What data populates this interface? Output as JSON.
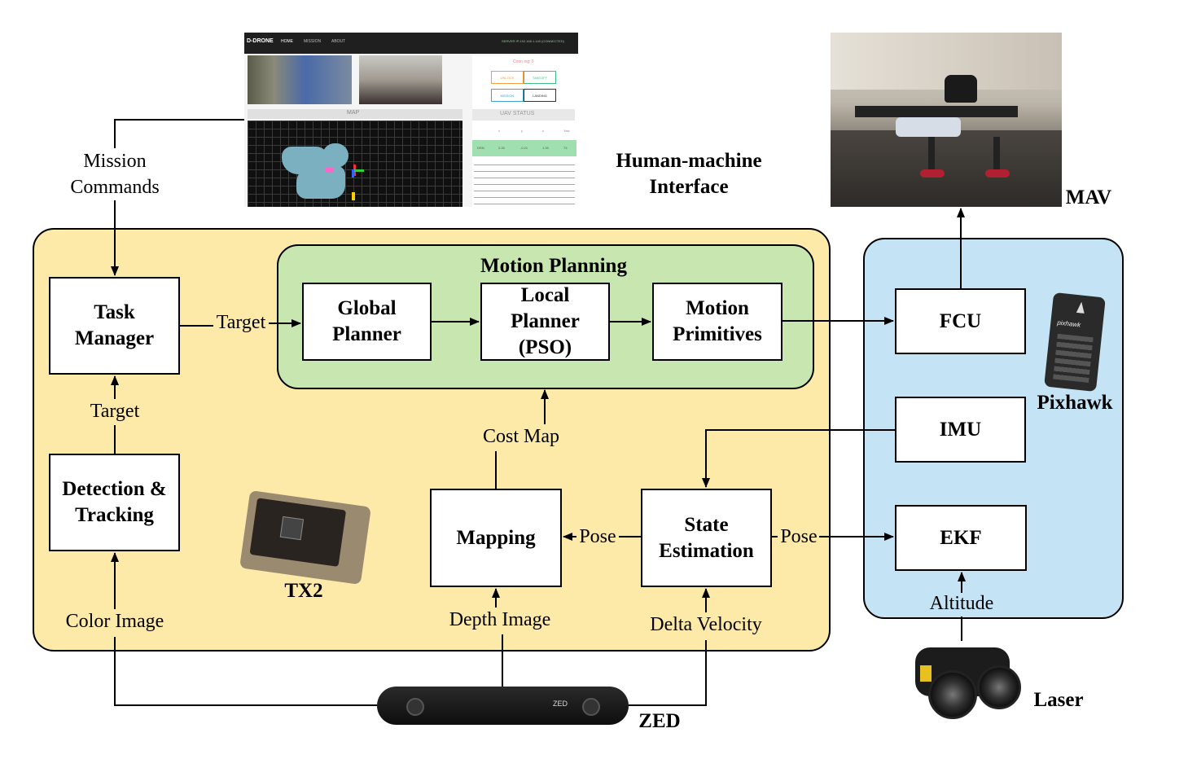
{
  "regions": {
    "motion_planning_title": "Motion Planning"
  },
  "boxes": {
    "task_manager": "Task\nManager",
    "global_planner": "Global\nPlanner",
    "local_planner": "Local\nPlanner\n(PSO)",
    "motion_primitives": "Motion\nPrimitives",
    "detection_tracking": "Detection &\nTracking",
    "mapping": "Mapping",
    "state_estimation": "State\nEstimation",
    "fcu": "FCU",
    "imu": "IMU",
    "ekf": "EKF"
  },
  "edge_labels": {
    "mission_commands": "Mission\nCommands",
    "target_to_planner": "Target",
    "target_from_detection": "Target",
    "cost_map": "Cost Map",
    "pose_to_mapping": "Pose",
    "pose_to_ekf": "Pose",
    "color_image": "Color Image",
    "depth_image": "Depth Image",
    "delta_velocity": "Delta Velocity",
    "altitude": "Altitude"
  },
  "captions": {
    "hmi": "Human-machine\nInterface",
    "mav": "MAV",
    "pixhawk": "Pixhawk",
    "tx2": "TX2",
    "zed": "ZED",
    "laser": "Laser"
  },
  "hmi_screen": {
    "brand": "D-DRONE",
    "nav": [
      "HOME",
      "MISSION",
      "ABOUT"
    ],
    "server_status": "SERVER IP:192.168.1.140 (CONNECTED)",
    "map_label": "MAP",
    "connect_label": "Conn ing: 0",
    "buttons": [
      "UNLOCK",
      "TAKEOFF",
      "MISSION",
      "LANDING"
    ],
    "uav_status_label": "UAV STATUS",
    "status_headers": [
      "x",
      "y",
      "z",
      "Yaw"
    ],
    "status_values": [
      "DRN",
      "2.33",
      "-0.21",
      "1.33",
      "73"
    ]
  },
  "device_labels": {
    "pixhawk_brand": "pixhawk",
    "zed_brand": "ZED"
  },
  "colors": {
    "tx2_region": "#fdeaa8",
    "motion_planning_region": "#c8e6b0",
    "pixhawk_region": "#c4e3f5"
  }
}
